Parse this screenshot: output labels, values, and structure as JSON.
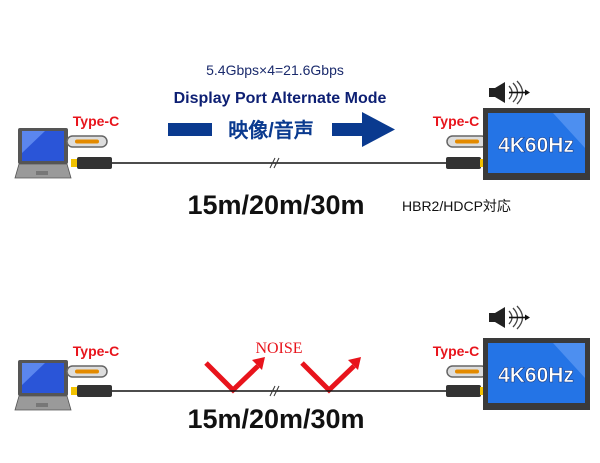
{
  "top": {
    "bandwidth": "5.4Gbps×4=21.6Gbps",
    "mode": "Display Port Alternate Mode",
    "signal": "映像/音声",
    "left_connector": "Type-C",
    "right_connector": "Type-C",
    "monitor_label": "4K60Hz",
    "lengths": "15m/20m/30m",
    "compliance": "HBR2/HDCP対応"
  },
  "bottom": {
    "left_connector": "Type-C",
    "right_connector": "Type-C",
    "noise": "NOISE",
    "monitor_label": "4K60Hz",
    "lengths": "15m/20m/30m"
  },
  "colors": {
    "navy": "#0d1f73",
    "arrow": "#0a3a8f",
    "red": "#e8141c",
    "screen": "#2474e6"
  }
}
